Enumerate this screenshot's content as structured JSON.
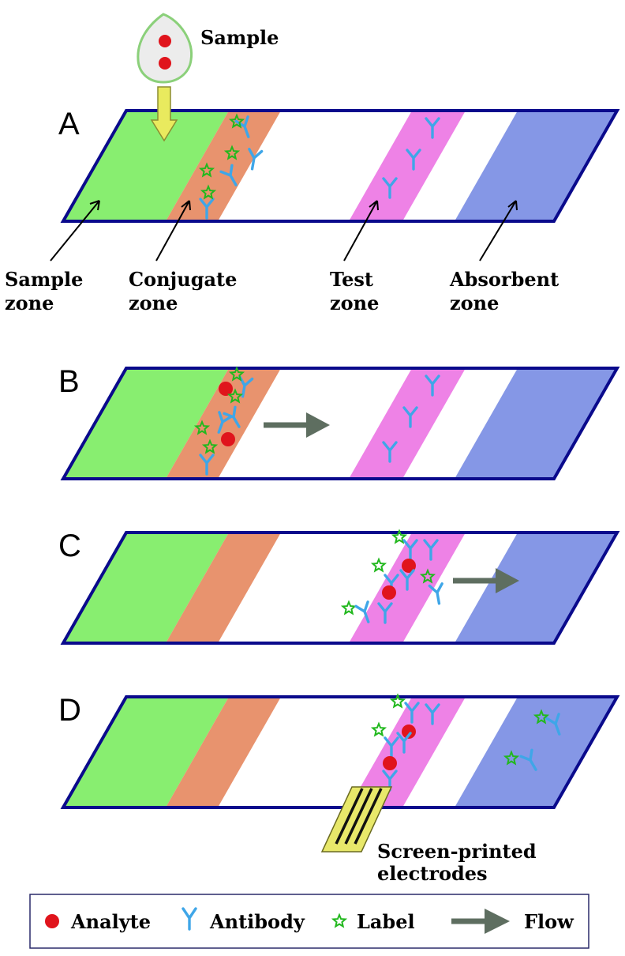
{
  "sample_label": "Sample",
  "electrodes_label": [
    "Screen-printed",
    "electrodes"
  ],
  "panels": [
    {
      "id": "A",
      "label": "A"
    },
    {
      "id": "B",
      "label": "B"
    },
    {
      "id": "C",
      "label": "C"
    },
    {
      "id": "D",
      "label": "D"
    }
  ],
  "zone_labels": [
    {
      "id": "sample",
      "lines": [
        "Sample",
        "zone"
      ]
    },
    {
      "id": "conjugate",
      "lines": [
        "Conjugate",
        "zone"
      ]
    },
    {
      "id": "test",
      "lines": [
        "Test",
        "zone"
      ]
    },
    {
      "id": "absorbent",
      "lines": [
        "Absorbent",
        "zone"
      ]
    }
  ],
  "legend": [
    {
      "id": "analyte",
      "label": "Analyte",
      "icon": "red-dot-icon"
    },
    {
      "id": "antibody",
      "label": "Antibody",
      "icon": "y-antibody-icon"
    },
    {
      "id": "label",
      "label": "Label",
      "icon": "green-star-icon"
    },
    {
      "id": "flow",
      "label": "Flow",
      "icon": "arrow-right-icon"
    }
  ],
  "colors": {
    "sample_zone": "#88ee70",
    "conjugate_zone": "#e8936e",
    "test_zone": "#ee82e6",
    "absorbent_zone": "#8597e6",
    "outline": "#0a0a8c",
    "antibody": "#3fa6e8",
    "analyte": "#e0141c",
    "label_star": "#22b81e",
    "flow_arrow": "#5e6e60",
    "legend_border": "#2a2a6a"
  }
}
